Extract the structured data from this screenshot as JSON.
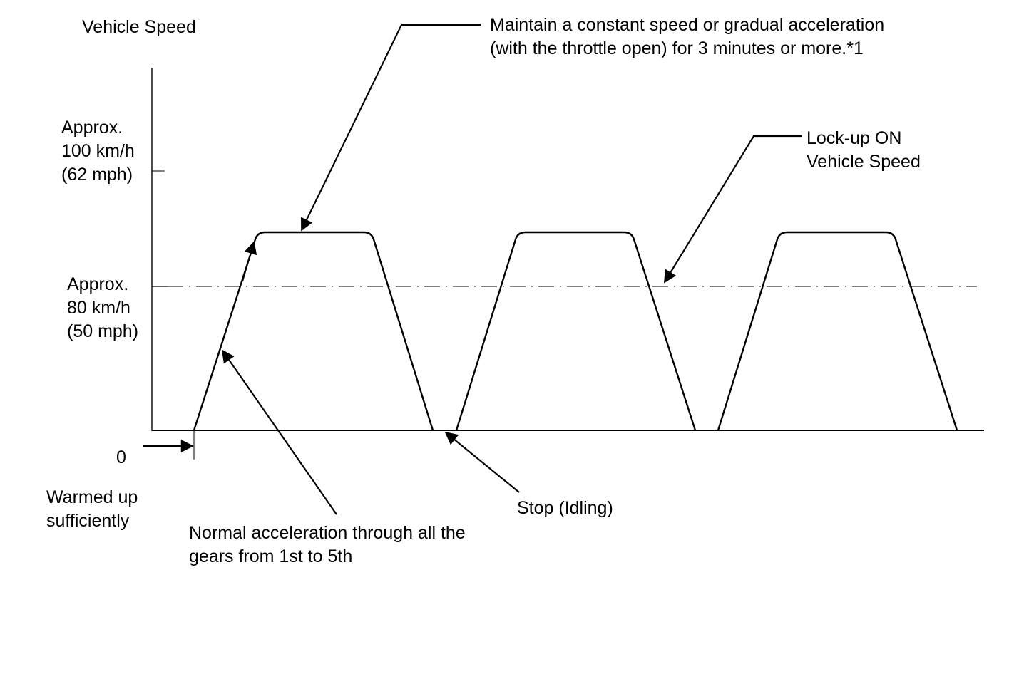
{
  "axes": {
    "y_title": "Vehicle Speed",
    "y_tick_top": [
      "Approx.",
      "100 km/h",
      "(62 mph)"
    ],
    "y_tick_mid": [
      "Approx.",
      "80 km/h",
      "(50 mph)"
    ],
    "zero": "0"
  },
  "annotations": {
    "warmed": [
      "Warmed up",
      "sufficiently"
    ],
    "maintain": [
      "Maintain a constant speed or gradual acceleration",
      "(with the throttle open) for 3 minutes or more.*1"
    ],
    "lockup": [
      "Lock-up ON",
      "Vehicle Speed"
    ],
    "normal_accel": [
      "Normal acceleration through all the",
      "gears from 1st to 5th"
    ],
    "stop": "Stop (Idling)"
  },
  "profile": {
    "cycles": 3,
    "plateau_level": "above lock-up ON vehicle speed",
    "lockup_line_style": "dash-dot"
  },
  "colors": {
    "line": "#000000",
    "background": "#ffffff"
  }
}
